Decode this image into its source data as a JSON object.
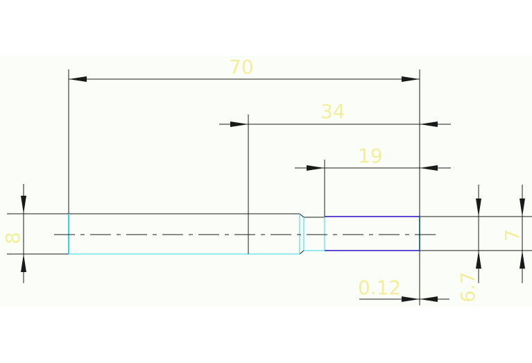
{
  "dimensions": {
    "total_length": "70",
    "right_section_length": "34",
    "shaft_end_length": "19",
    "left_diameter": "8",
    "right_diameter": "7",
    "step_diameter": "6.7",
    "chamfer": "0.12"
  },
  "colors": {
    "background": "#fbfdf8",
    "outline": "#1a1a1a",
    "hidden_edge": "#33d6e8",
    "highlight_edge": "#5b4bd0",
    "dimension_text": "#f2ef9a"
  }
}
